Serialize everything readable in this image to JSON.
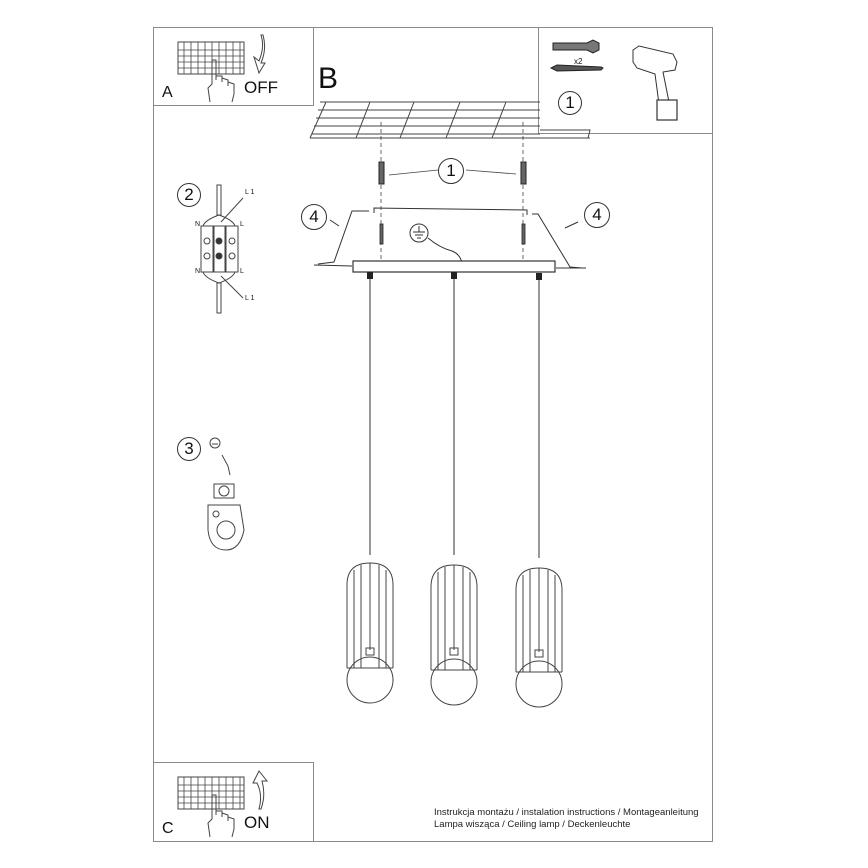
{
  "sheet": {
    "border_color": "#8a8a8a",
    "line_color": "#333333"
  },
  "panel_a": {
    "letter": "A",
    "switch_label": "OFF",
    "icons": [
      "breaker-panel-icon",
      "hand-icon",
      "arrow-down-icon"
    ]
  },
  "panel_b": {
    "letter": "B",
    "callouts": {
      "wall_plugs": "1",
      "mount_screws": "4"
    }
  },
  "tools_box": {
    "step_number": "1",
    "quantity": "x2",
    "icons": [
      "wall-plug-icon",
      "screw-icon",
      "drill-icon"
    ]
  },
  "steps": {
    "step2": {
      "number": "2",
      "labels": {
        "top_left": "N",
        "top_right": "L",
        "bottom_left": "N",
        "bottom_right": "L",
        "wire_top": "L 1",
        "wire_bottom": "L 1"
      }
    },
    "step3": {
      "number": "3",
      "icon": "ground-symbol-icon"
    }
  },
  "panel_c": {
    "letter": "C",
    "switch_label": "ON",
    "icons": [
      "breaker-panel-icon",
      "hand-icon",
      "arrow-up-icon"
    ]
  },
  "footer": {
    "line1": "Instrukcja montażu / instalation instructions / Montageanleitung",
    "line2": "Lampa wisząca / Ceiling lamp / Deckenleuchte"
  },
  "lamp": {
    "pendant_count": 3
  }
}
